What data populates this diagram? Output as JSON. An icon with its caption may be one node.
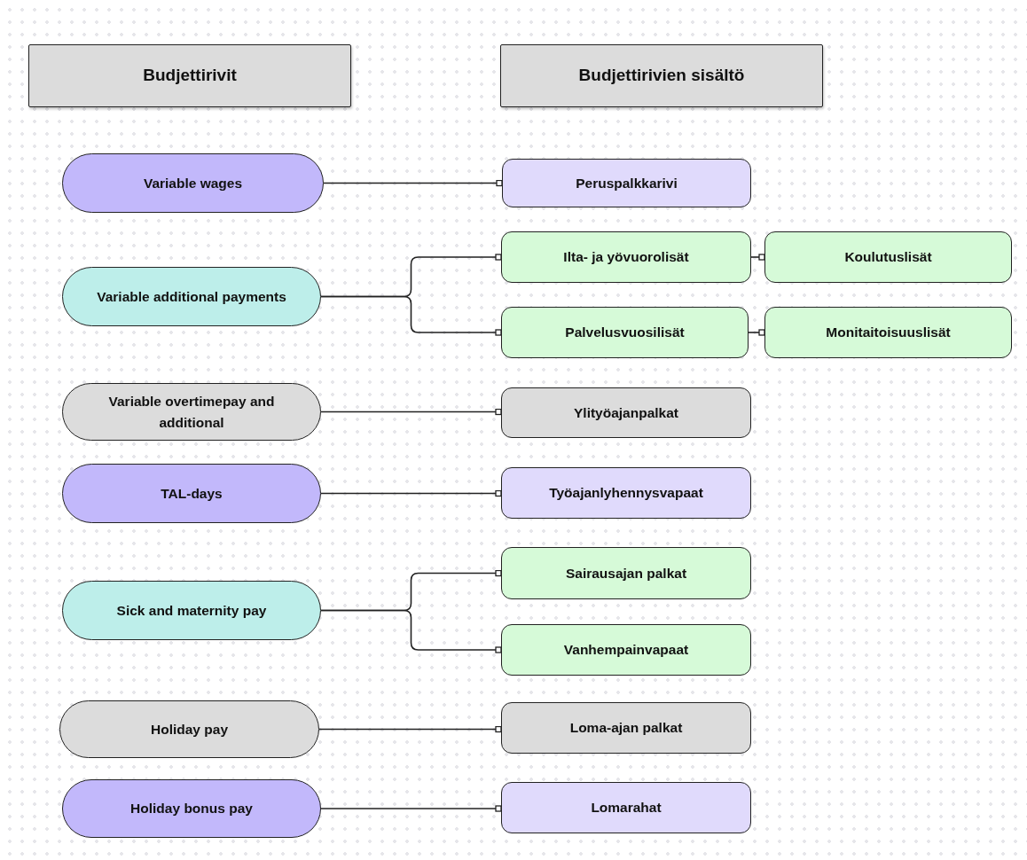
{
  "diagram": {
    "nodes": [
      {
        "text": [
          "Budjettirivit"
        ]
      },
      {
        "text": [
          "Budjettirivien sisältö"
        ]
      },
      {
        "text": [
          "Variable wages"
        ]
      },
      {
        "text": [
          "Peruspalkkarivi"
        ]
      },
      {
        "text": [
          "Variable additional payments"
        ]
      },
      {
        "text": [
          "Ilta- ja yövuorolisät"
        ]
      },
      {
        "text": [
          "Koulutuslisät"
        ]
      },
      {
        "text": [
          "Palvelusvuosilisät"
        ]
      },
      {
        "text": [
          "Monitaitoisuuslisät"
        ]
      },
      {
        "text": [
          "Variable overtimepay and additional"
        ]
      },
      {
        "text": [
          "Ylityöajanpalkat"
        ]
      },
      {
        "text": [
          "TAL-days"
        ]
      },
      {
        "text": [
          "Työajanlyhennysvapaat"
        ]
      },
      {
        "text": [
          "Sick and maternity pay"
        ]
      },
      {
        "text": [
          "Sairausajan palkat"
        ]
      },
      {
        "text": [
          "Vanhempainvapaat"
        ]
      },
      {
        "text": [
          "Holiday pay"
        ]
      },
      {
        "text": [
          "Loma-ajan palkat"
        ]
      },
      {
        "text": [
          "Holiday bonus pay"
        ]
      },
      {
        "text": [
          "Lomarahat"
        ]
      }
    ],
    "edges": [
      {
        "from": 2,
        "to": 3,
        "arrow": "other"
      },
      {
        "from": 4,
        "to": 5,
        "arrow": "other"
      },
      {
        "from": 4,
        "to": 7,
        "arrow": "other"
      },
      {
        "from": 5,
        "to": 6,
        "arrow": "other"
      },
      {
        "from": 7,
        "to": 8,
        "arrow": "other"
      },
      {
        "from": 9,
        "to": 10,
        "arrow": "other"
      },
      {
        "from": 11,
        "to": 12,
        "arrow": "other"
      },
      {
        "from": 13,
        "to": 14,
        "arrow": "other"
      },
      {
        "from": 13,
        "to": 15,
        "arrow": "other"
      },
      {
        "from": 16,
        "to": 17,
        "arrow": "other"
      },
      {
        "from": 18,
        "to": 19,
        "arrow": "other"
      }
    ]
  }
}
